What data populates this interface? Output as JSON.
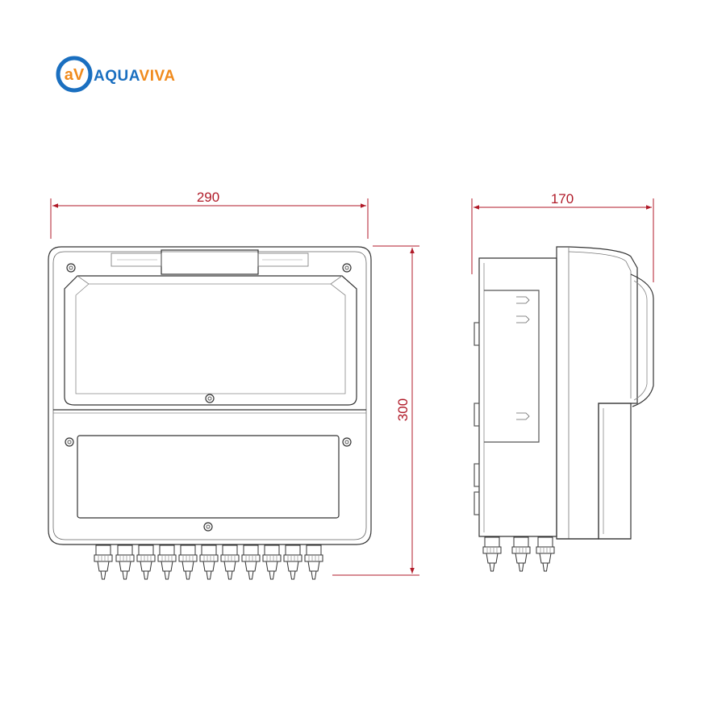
{
  "brand": {
    "name": "AQUAVIVA",
    "name_part1": "AQUA",
    "name_part2": "VIVA",
    "mark_text": "aV",
    "color_blue": "#1a6fc0",
    "color_orange": "#f08a1c"
  },
  "dimensions": {
    "width": "290",
    "height": "300",
    "depth": "170"
  },
  "colors": {
    "dimension": "#b01a28",
    "line": "#333333",
    "detail": "#8a8a8a"
  }
}
